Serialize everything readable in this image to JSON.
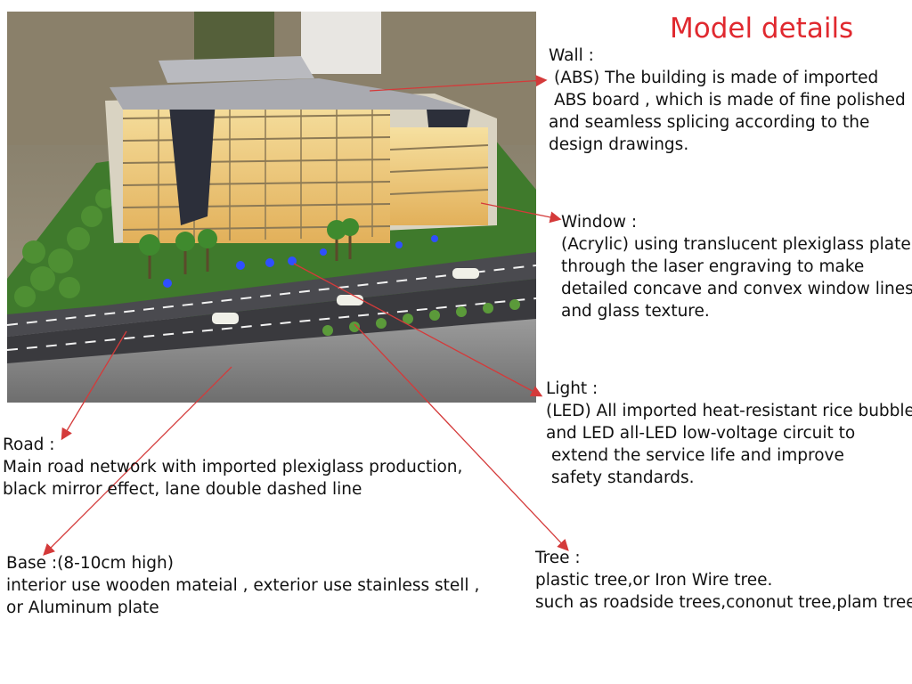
{
  "title": "Model details",
  "wall": {
    "heading": "Wall :",
    "lines": [
      "(ABS) The building is made of imported",
      "ABS board , which is made of fine polished",
      "and seamless splicing according to the",
      "design drawings."
    ]
  },
  "window": {
    "heading": "Window :",
    "lines": [
      "(Acrylic) using translucent plexiglass plate",
      "through the laser engraving to make",
      "detailed concave and convex window lines",
      "and glass texture."
    ]
  },
  "light": {
    "heading": "Light :",
    "lines": [
      "(LED) All imported heat-resistant rice bubble",
      "and LED all-LED low-voltage circuit to",
      "extend the service life and improve",
      "safety standards."
    ]
  },
  "road": {
    "heading": "Road :",
    "lines": [
      "Main road network with imported plexiglass production,",
      "black mirror effect, lane double dashed line"
    ]
  },
  "base": {
    "heading": "Base :(8-10cm high)",
    "lines": [
      "interior use wooden mateial , exterior use stainless stell ,",
      "or Aluminum plate"
    ]
  },
  "tree": {
    "heading": "Tree :",
    "lines": [
      "plastic tree,or Iron Wire tree.",
      "such as roadside trees,cononut tree,plam tree"
    ]
  },
  "colors": {
    "title": "#e0292f",
    "arrow": "#d43a3a"
  }
}
